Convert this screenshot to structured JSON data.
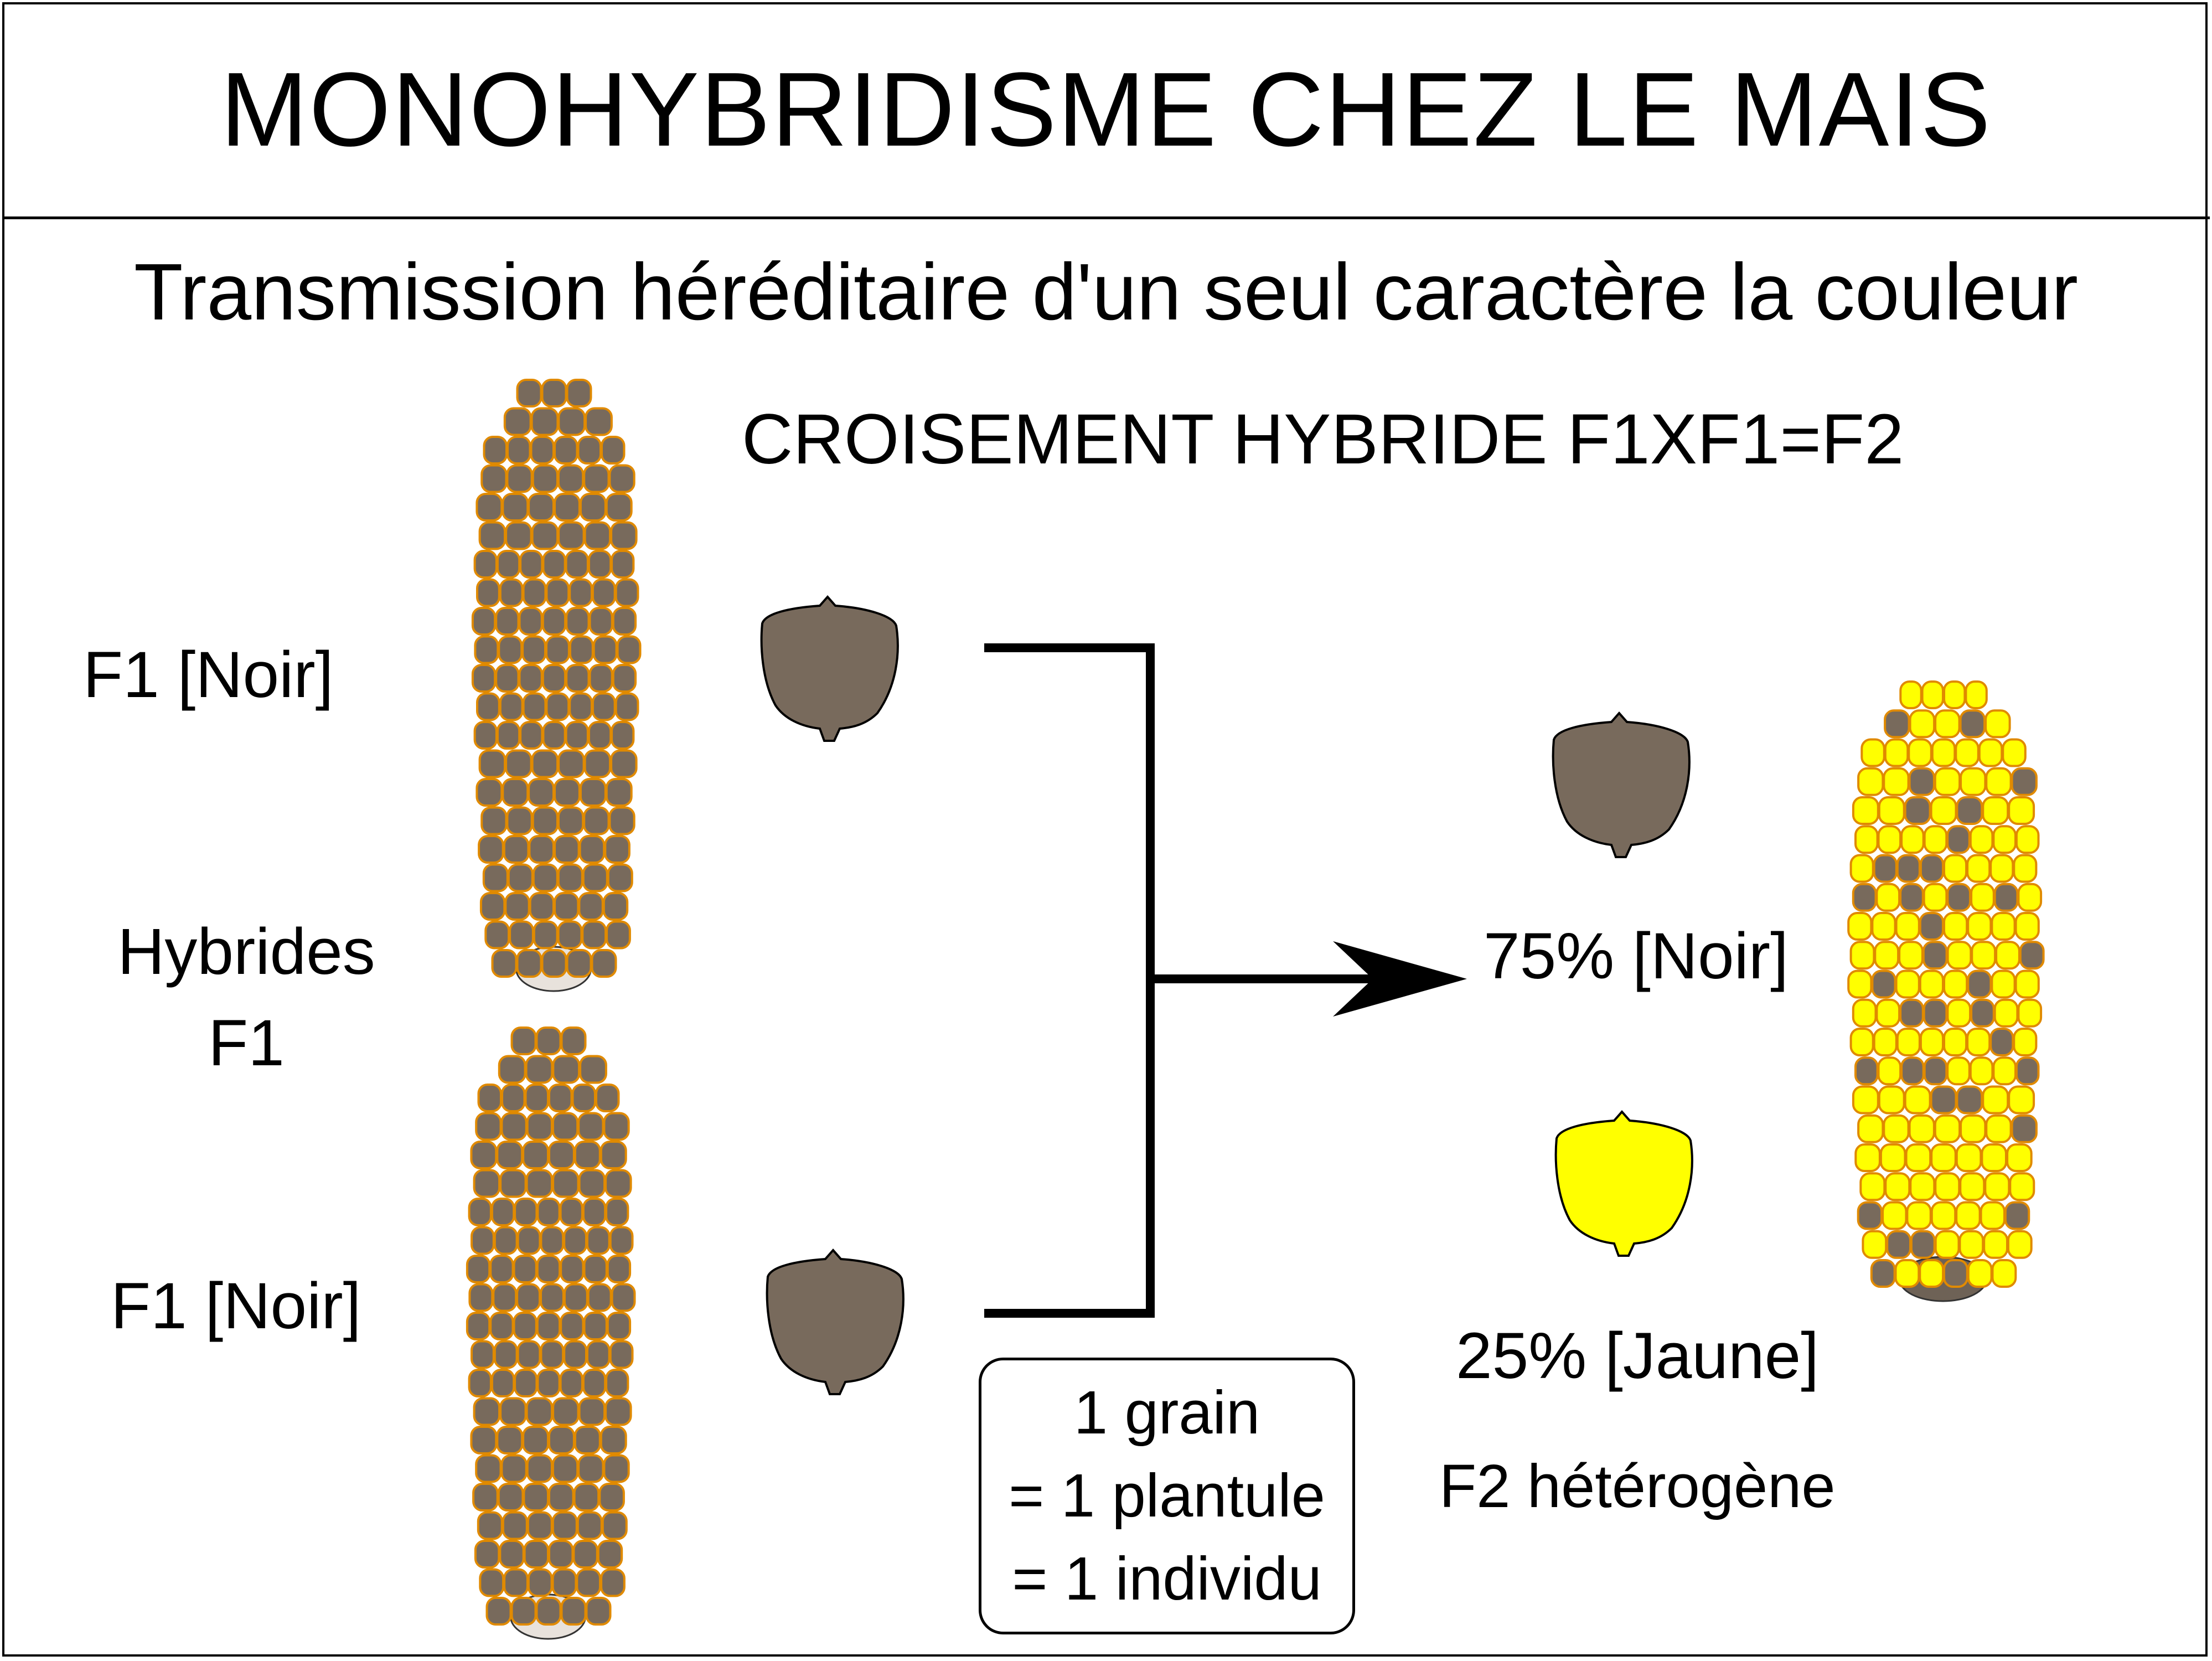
{
  "title": "MONOHYBRIDISME CHEZ LE MAIS",
  "subtitle": "Transmission héréditaire d'un seul caractère la couleur",
  "cross_label": "CROISEMENT HYBRIDE F1XF1=F2",
  "parents": {
    "top_label": "F1 [Noir]",
    "bottom_label": "F1 [Noir]",
    "group_label_line1": "Hybrides",
    "group_label_line2": "F1"
  },
  "offspring": {
    "dominant_label": "75% [Noir]",
    "recessive_label": "25% [Jaune]",
    "f2_label": "F2 hétérogène"
  },
  "note": {
    "line1": "1 grain",
    "line2": "= 1 plantule",
    "line3": "= 1 individu"
  },
  "colors": {
    "dark_kernel": "#786a5c",
    "yellow_kernel": "#ffff00",
    "kernel_outline": "#e08a00",
    "line": "#000000"
  },
  "icons": [
    "corn-cob-dark",
    "corn-cob-dark",
    "corn-cob-mixed",
    "kernel-dark",
    "kernel-dark",
    "kernel-dark",
    "kernel-yellow",
    "arrow-right"
  ]
}
